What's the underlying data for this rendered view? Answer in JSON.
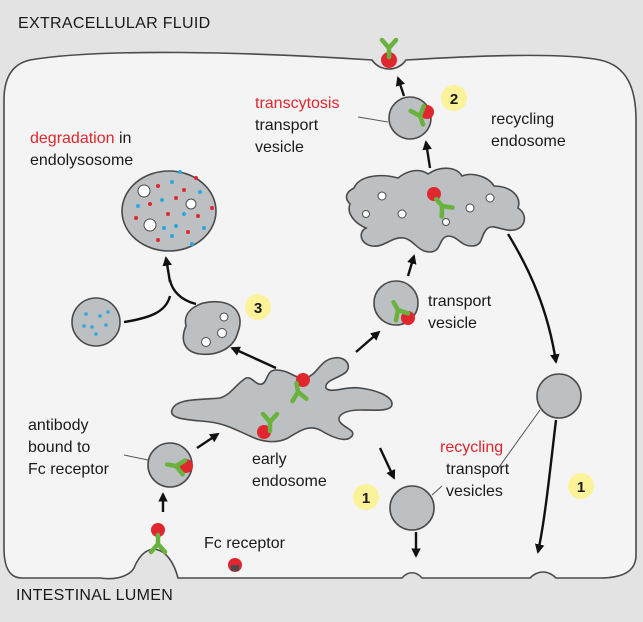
{
  "regions": {
    "top": "EXTRACELLULAR FLUID",
    "bottom": "INTESTINAL LUMEN"
  },
  "labels": {
    "transcytosis_red": "transcytosis",
    "transcytosis_l2": "transport",
    "transcytosis_l3": "vesicle",
    "recycling_endosome_l1": "recycling",
    "recycling_endosome_l2": "endosome",
    "degradation_red": "degradation",
    "degradation_rest": " in",
    "degradation_l2": "endolysosome",
    "transport_vesicle_l1": "transport",
    "transport_vesicle_l2": "vesicle",
    "antibody_l1": "antibody",
    "antibody_l2": "bound to",
    "antibody_l3": "Fc receptor",
    "early_endosome_l1": "early",
    "early_endosome_l2": "endosome",
    "recycling_tv_red": "recycling",
    "recycling_tv_l2": "transport",
    "recycling_tv_l3": "vesicles",
    "fc_receptor": "Fc receptor"
  },
  "badges": {
    "b1_left": "1",
    "b1_right": "1",
    "b2": "2",
    "b3": "3"
  },
  "colors": {
    "receptor_red": "#e0262e",
    "antibody_green": "#6ab23e",
    "badge_yellow": "#fbf29a",
    "dot_blue": "#2fa6dc"
  }
}
